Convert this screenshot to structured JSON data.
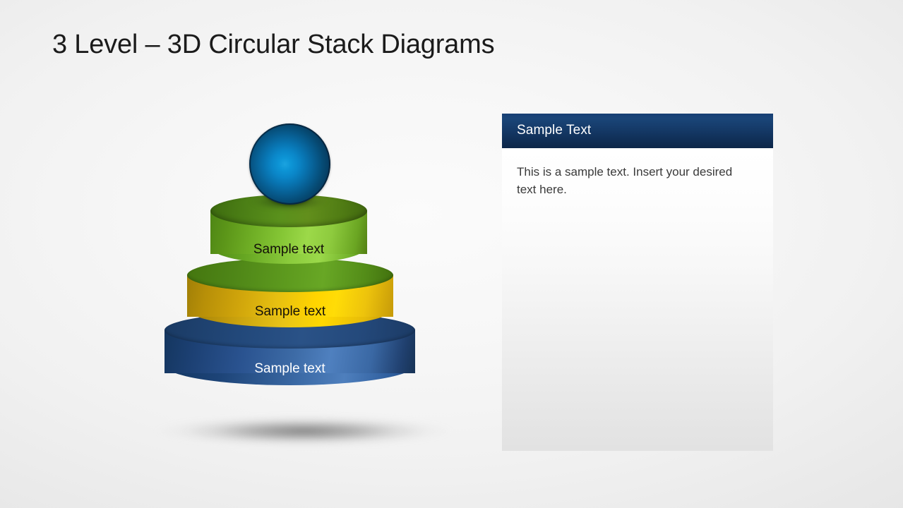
{
  "slide": {
    "title": "3 Level – 3D Circular Stack Diagrams",
    "background_color": "#f3f3f3"
  },
  "diagram": {
    "name": "3-level-circular-stack",
    "sphere": {
      "shape": "sphere-icon",
      "color_center": "#0d95d6",
      "color_edge": "#0e2640"
    },
    "levels": [
      {
        "id": "level-1-green",
        "label": "Sample text",
        "fill_color": "#9cd949",
        "top_color": "#5a911c",
        "text_color": "#131008"
      },
      {
        "id": "level-2-yellow",
        "label": "Sample text",
        "fill_color": "#ffd400",
        "top_color": "#5d9a1e",
        "text_color": "#15120a"
      },
      {
        "id": "level-3-blue",
        "label": "Sample text",
        "fill_color": "#3d6ba6",
        "top_color": "#2a5287",
        "text_color": "#ffffff"
      }
    ]
  },
  "text_panel": {
    "header_title": "Sample Text",
    "header_color": "#153a68",
    "body_text": "This is a sample text. Insert your desired text here.",
    "body_text_color": "#3a3a3a"
  }
}
